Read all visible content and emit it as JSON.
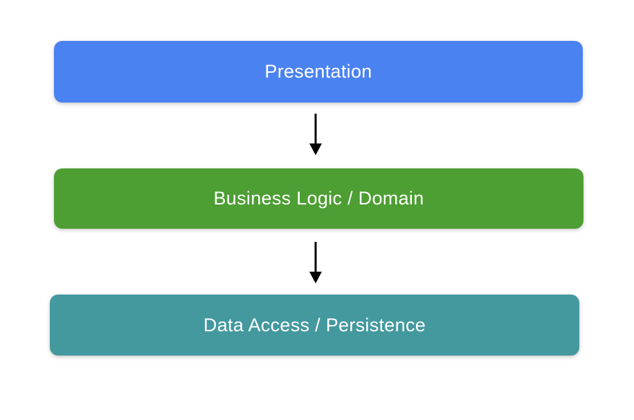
{
  "diagram": {
    "title": "Layered architecture diagram",
    "background_color": "#ffffff",
    "text_color": "#ffffff",
    "arrow_color": "#000000",
    "layers": [
      {
        "id": "presentation",
        "label": "Presentation",
        "color": "#4b82f1"
      },
      {
        "id": "business-logic",
        "label": "Business Logic / Domain",
        "color": "#4d9e33"
      },
      {
        "id": "data-access",
        "label": "Data Access / Persistence",
        "color": "#43999e"
      }
    ],
    "arrows": [
      {
        "id": "arrow-presentation-to-business",
        "direction": "down"
      },
      {
        "id": "arrow-business-to-data",
        "direction": "down"
      }
    ]
  }
}
